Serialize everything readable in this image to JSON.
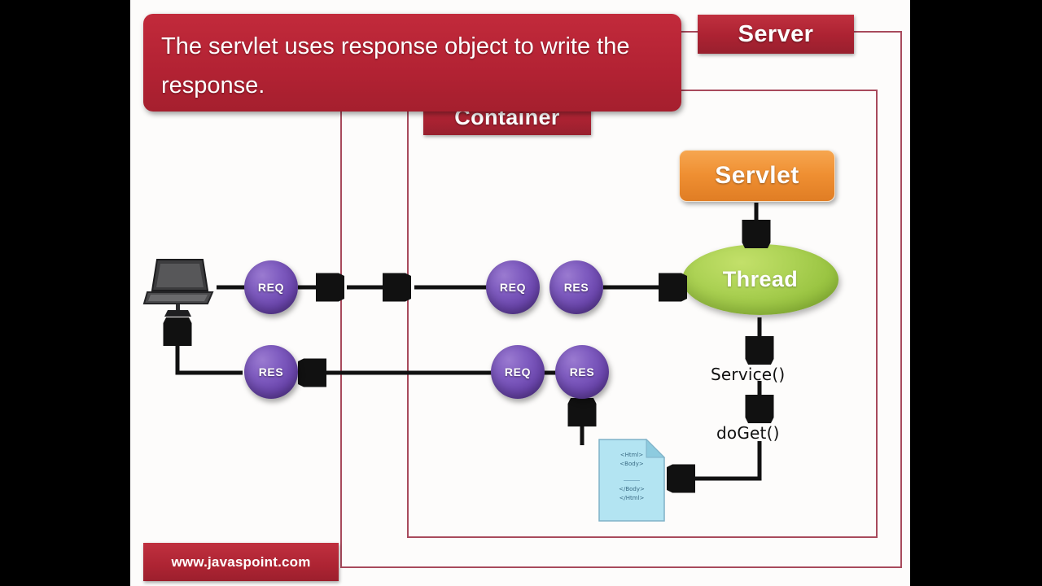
{
  "callout": {
    "text": "The servlet uses response object to write the response."
  },
  "frames": {
    "server_label": "Server",
    "container_label": "Container",
    "border_color": "#a84a5c"
  },
  "nodes": {
    "servlet": {
      "label": "Servlet",
      "color": "#ef8f32"
    },
    "thread": {
      "label": "Thread",
      "color": "#aed356"
    },
    "service_method": "Service()",
    "doget_method": "doGet()"
  },
  "spheres": {
    "color": "#6b46ad",
    "req_client": "REQ",
    "res_client": "RES",
    "req_in": "REQ",
    "res_in": "RES",
    "req_out": "REQ",
    "res_out": "RES"
  },
  "html_doc": {
    "line1": "<Html>",
    "line2": "<Body>",
    "line3": "</Body>",
    "line4": "</Html>",
    "color": "#b3e4f2"
  },
  "client": {
    "icon": "laptop-icon"
  },
  "watermark": {
    "text": "www.javaspoint.com"
  }
}
